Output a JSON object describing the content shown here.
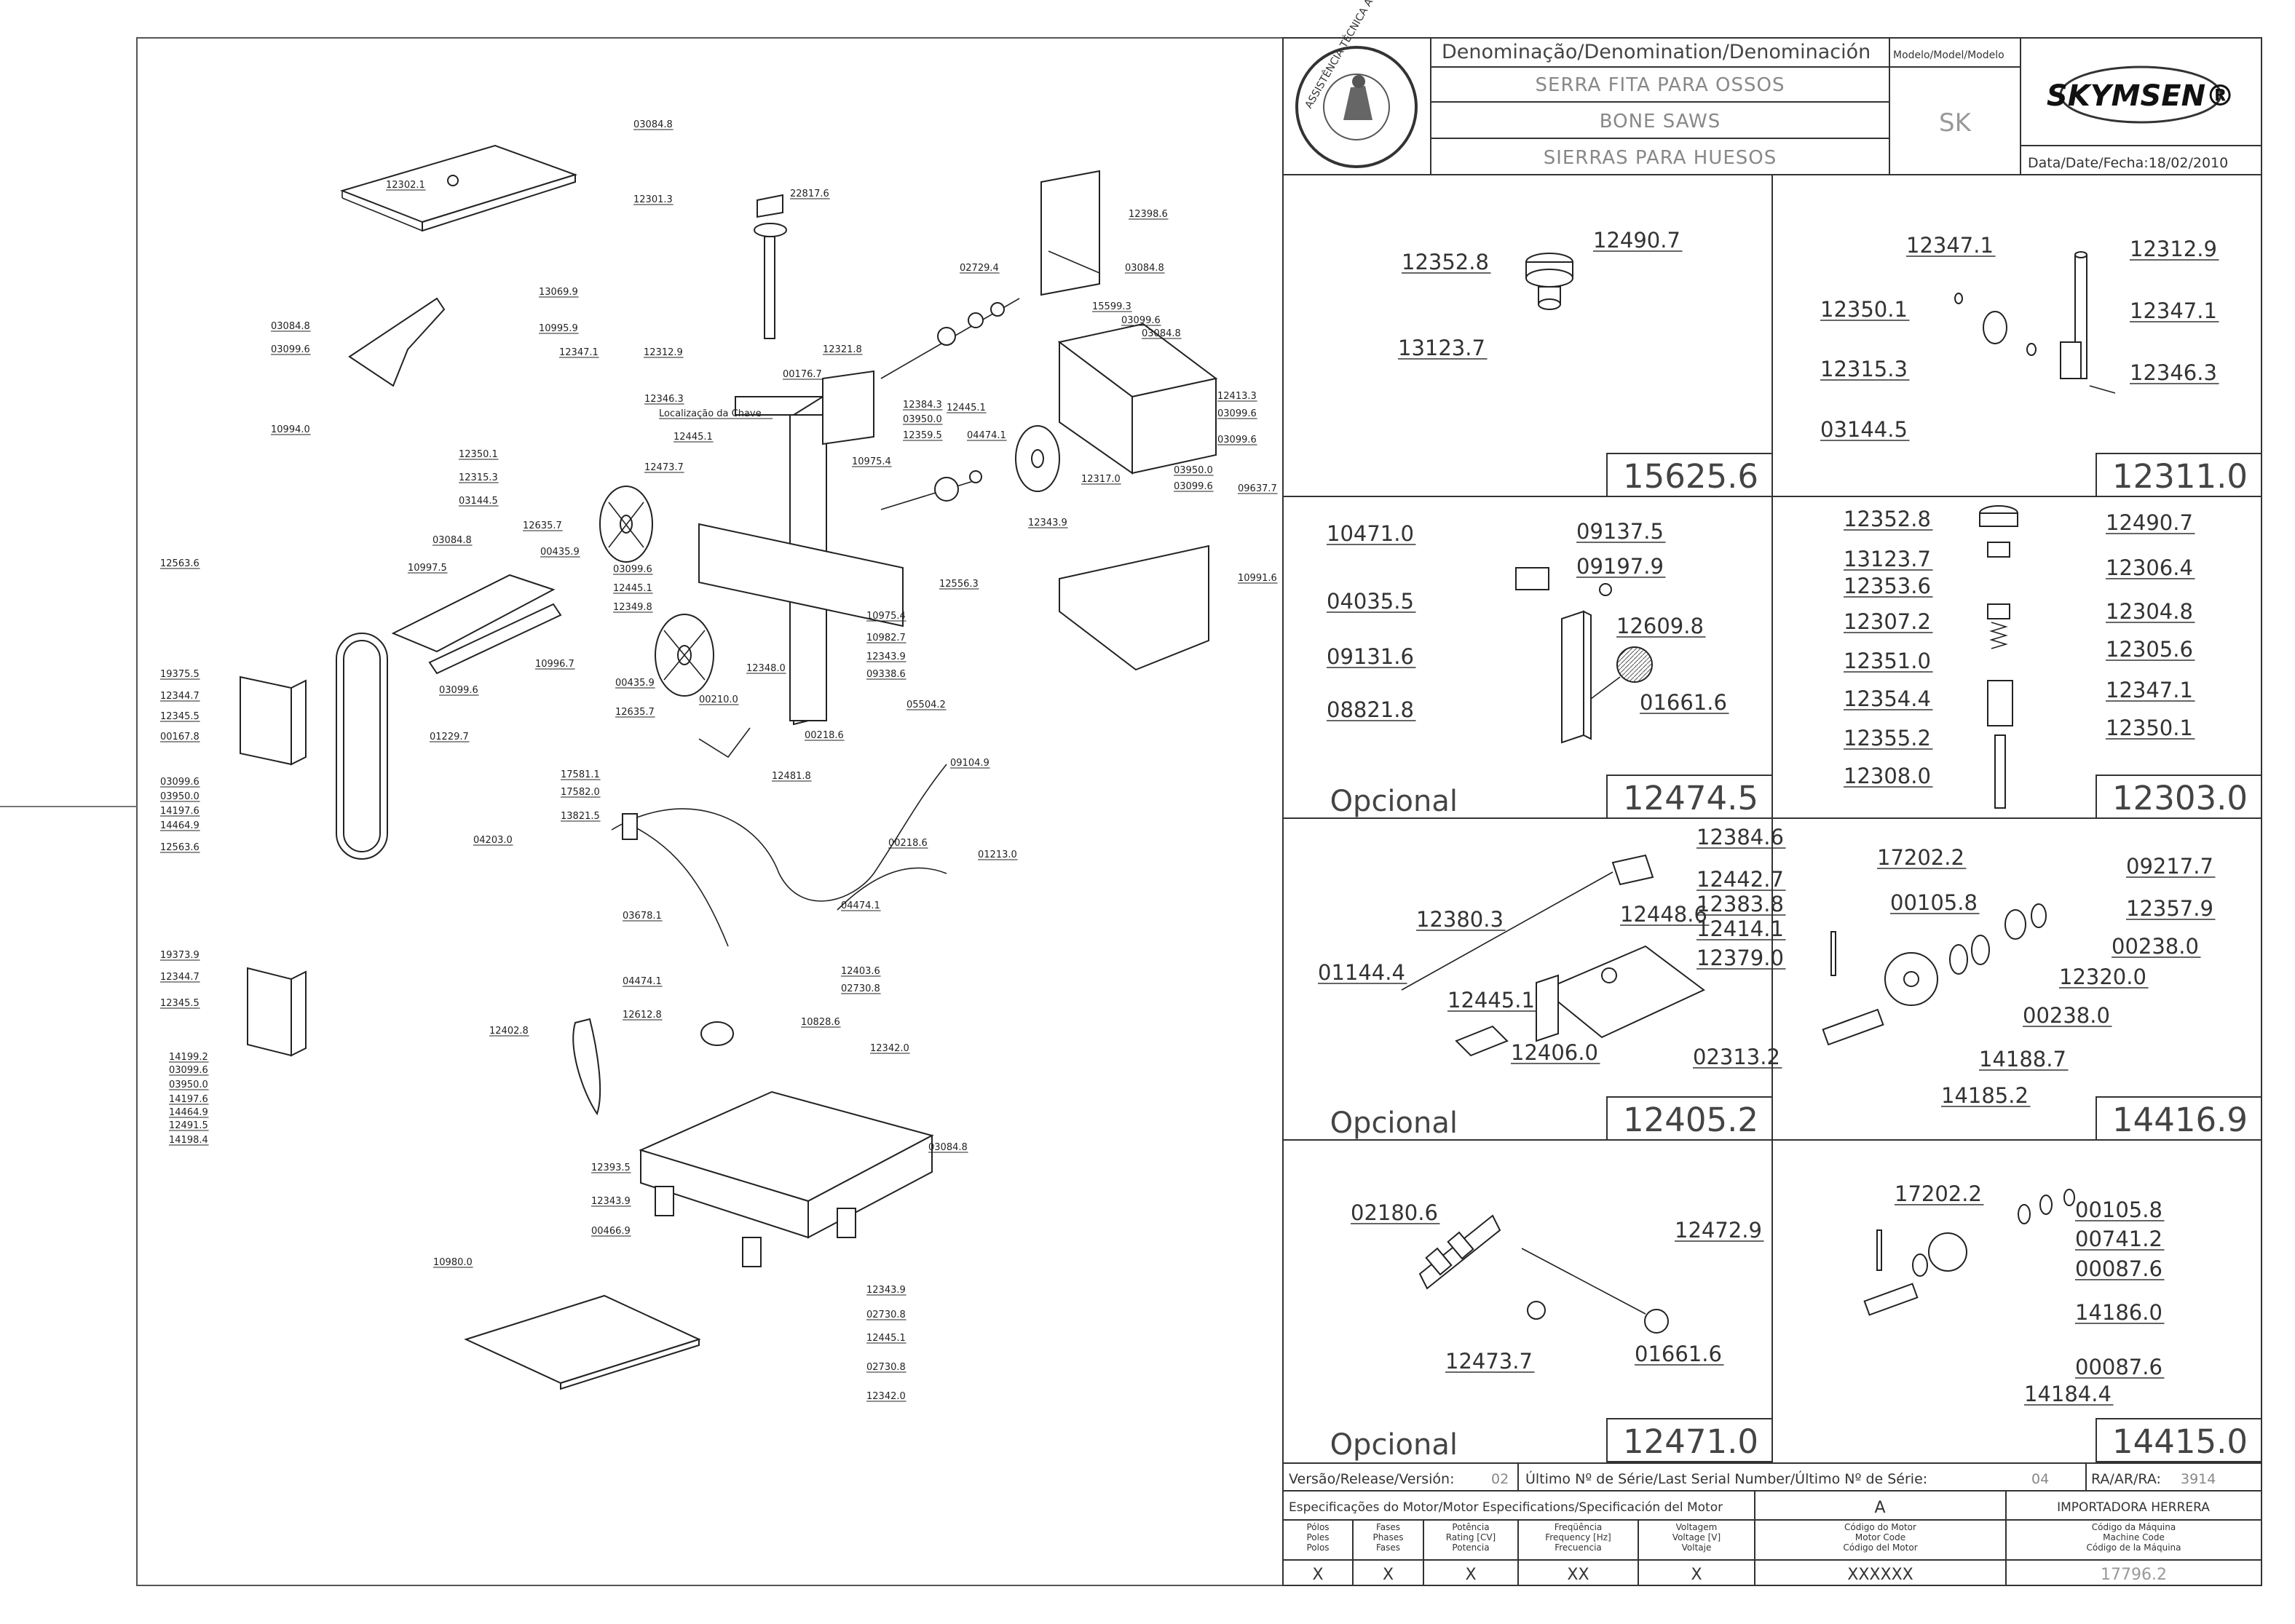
{
  "header": {
    "denomination_label": "Denominação/Denomination/Denominación",
    "model_label": "Modelo/Model/Modelo",
    "name_pt": "SERRA FITA PARA OSSOS",
    "name_en": "BONE SAWS",
    "name_es": "SIERRAS PARA HUESOS",
    "model": "SK",
    "brand": "SKYMSEN®",
    "date_label": "Data/Date/Fecha:18/02/2010",
    "seal_text": "ASSISTÊNCIA TÉCNICA AUTORIZADA"
  },
  "main_diagram_labels": [
    "03084.8",
    "12302.1",
    "12301.3",
    "22817.6",
    "12398.6",
    "02729.4",
    "03084.8",
    "13069.9",
    "10995.9",
    "03084.8",
    "03099.6",
    "12347.1",
    "12312.9",
    "12321.8",
    "00176.7",
    "15599.3",
    "03099.6",
    "03084.8",
    "12346.3",
    "Localização da Chave",
    "12384.3",
    "03950.0",
    "12359.5",
    "12413.3",
    "03099.6",
    "10994.0",
    "12350.1",
    "12445.1",
    "04474.1",
    "12445.1",
    "03099.6",
    "12315.3",
    "12473.7",
    "10975.4",
    "12317.0",
    "03950.0",
    "03144.5",
    "03099.6",
    "09637.7",
    "12635.7",
    "12343.9",
    "00435.9",
    "03084.8",
    "03099.6",
    "12556.3",
    "10991.6",
    "10997.5",
    "12445.1",
    "12349.8",
    "10975.4",
    "12563.6",
    "10982.7",
    "12343.9",
    "09338.6",
    "12348.0",
    "19375.5",
    "12344.7",
    "10996.7",
    "00435.9",
    "12345.5",
    "03099.6",
    "12635.7",
    "00210.0",
    "05504.2",
    "00167.8",
    "01229.7",
    "00218.6",
    "03099.6",
    "03950.0",
    "14197.6",
    "14464.9",
    "17581.1",
    "12481.8",
    "09104.9",
    "17582.0",
    "13821.5",
    "12563.6",
    "04203.0",
    "00218.6",
    "01213.0",
    "03678.1",
    "04474.1",
    "12403.6",
    "19373.9",
    "02730.8",
    "12344.7",
    "12345.5",
    "04474.1",
    "12612.8",
    "10828.6",
    "12402.8",
    "12342.0",
    "14199.2",
    "03099.6",
    "03950.0",
    "14197.6",
    "14464.9",
    "12491.5",
    "14198.4",
    "12393.5",
    "03084.8",
    "12343.9",
    "00466.9",
    "12343.9",
    "10980.0",
    "02730.8",
    "12445.1",
    "02730.8",
    "12342.0"
  ],
  "panels": [
    {
      "code": "15625.6",
      "option": "",
      "labels": [
        "12352.8",
        "12490.7",
        "13123.7"
      ]
    },
    {
      "code": "12311.0",
      "option": "",
      "labels": [
        "12347.1",
        "12312.9",
        "12350.1",
        "12347.1",
        "12315.3",
        "12346.3",
        "03144.5"
      ]
    },
    {
      "code": "12474.5",
      "option": "Opcional",
      "labels": [
        "10471.0",
        "09137.5",
        "09197.9",
        "04035.5",
        "12609.8",
        "09131.6",
        "08821.8",
        "01661.6"
      ]
    },
    {
      "code": "12303.0",
      "option": "",
      "labels": [
        "12352.8",
        "12490.7",
        "13123.7",
        "12306.4",
        "12353.6",
        "12304.8",
        "12307.2",
        "12305.6",
        "12351.0",
        "12347.1",
        "12354.4",
        "12350.1",
        "12355.2",
        "12308.0"
      ]
    },
    {
      "code": "12405.2",
      "option": "Opcional",
      "labels": [
        "12384.6",
        "12442.7",
        "12383.8",
        "12380.3",
        "12448.6",
        "12414.1",
        "12379.0",
        "01144.4",
        "12445.1",
        "12406.0",
        "02313.2"
      ]
    },
    {
      "code": "14416.9",
      "option": "",
      "labels": [
        "17202.2",
        "09217.7",
        "00105.8",
        "12357.9",
        "00238.0",
        "12320.0",
        "00238.0",
        "14188.7",
        "14185.2"
      ]
    },
    {
      "code": "12471.0",
      "option": "Opcional",
      "labels": [
        "02180.6",
        "12472.9",
        "12473.7",
        "01661.6"
      ]
    },
    {
      "code": "14415.0",
      "option": "",
      "labels": [
        "17202.2",
        "00105.8",
        "00741.2",
        "00087.6",
        "14186.0",
        "00087.6",
        "14184.4"
      ]
    }
  ],
  "footer": {
    "version_label": "Versão/Release/Versión:",
    "version": "02",
    "serial_label": "Último Nº de Série/Last Serial Number/Último Nº de Série:",
    "serial": "04",
    "ra_label": "RA/AR/RA:",
    "ra": "3914",
    "motor_spec_label": "Especificações do Motor/Motor Especifications/Specificación del Motor",
    "motor_letter": "A",
    "importer": "IMPORTADORA HERRERA",
    "cols": [
      {
        "head": [
          "Pólos",
          "Poles",
          "Polos"
        ],
        "value": "X"
      },
      {
        "head": [
          "Fases",
          "Phases",
          "Fases"
        ],
        "value": "X"
      },
      {
        "head": [
          "Potência",
          "Rating [CV]",
          "Potencia"
        ],
        "value": "X"
      },
      {
        "head": [
          "Freqüência",
          "Frequency [Hz]",
          "Frecuencia"
        ],
        "value": "XX"
      },
      {
        "head": [
          "Voltagem",
          "Voltage [V]",
          "Voltaje"
        ],
        "value": "X"
      },
      {
        "head": [
          "Código do Motor",
          "Motor Code",
          "Código del Motor"
        ],
        "value": "XXXXXX"
      },
      {
        "head": [
          "Código da Máquina",
          "Machine Code",
          "Código de la Máquina"
        ],
        "value": "17796.2"
      }
    ]
  }
}
